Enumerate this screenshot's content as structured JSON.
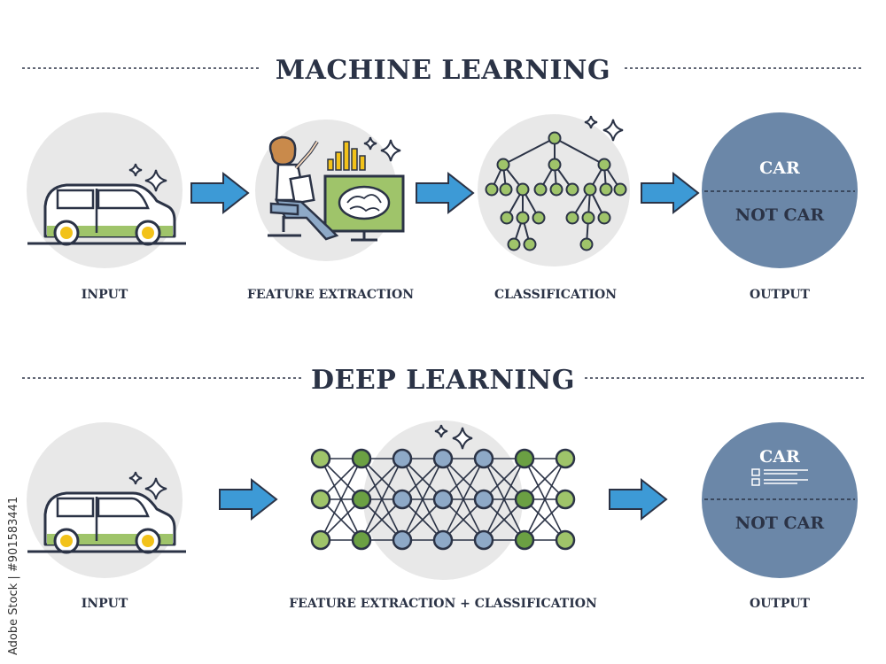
{
  "machine_learning": {
    "title": "MACHINE LEARNING",
    "labels": [
      "INPUT",
      "FEATURE EXTRACTION",
      "CLASSIFICATION",
      "OUTPUT"
    ],
    "output_yes": "CAR",
    "output_no": "NOT CAR"
  },
  "deep_learning": {
    "title": "DEEP LEARNING",
    "labels": [
      "INPUT",
      "FEATURE EXTRACTION + CLASSIFICATION",
      "OUTPUT"
    ],
    "output_yes": "CAR",
    "output_no": "NOT CAR"
  },
  "watermark_id": "Adobe Stock | #901583441",
  "colors": {
    "outline": "#2b3346",
    "arrow": "#3d9ad6",
    "circle_bg": "#e8e8e8",
    "output_circle": "#6b87a8",
    "green": "#9fc46a",
    "blue_node": "#8ea9c7",
    "dark_green": "#6ba043"
  }
}
